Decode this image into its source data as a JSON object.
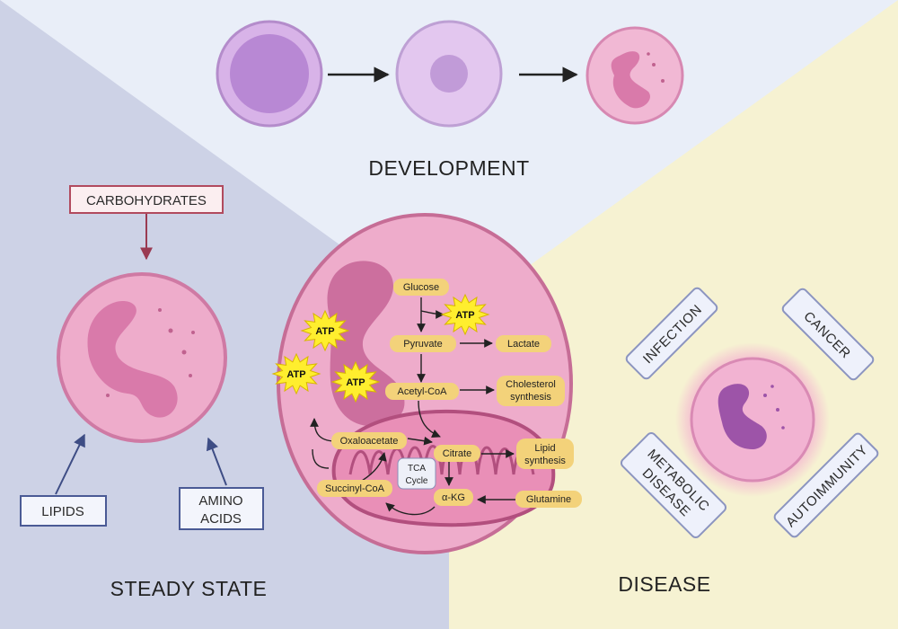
{
  "sections": {
    "development": "DEVELOPMENT",
    "steady_state": "STEADY STATE",
    "disease": "DISEASE"
  },
  "nutrients": {
    "carbohydrates": "CARBOHYDRATES",
    "lipids": "LIPIDS",
    "amino_line1": "AMINO",
    "amino_line2": "ACIDS"
  },
  "metabolism": {
    "glucose": "Glucose",
    "pyruvate": "Pyruvate",
    "lactate": "Lactate",
    "acetyl_coa": "Acetyl-CoA",
    "cholesterol_line1": "Cholesterol",
    "cholesterol_line2": "synthesis",
    "oxaloacetate": "Oxaloacetate",
    "citrate": "Citrate",
    "lipid_line1": "Lipid",
    "lipid_line2": "synthesis",
    "succinyl_coa": "Succinyl-CoA",
    "akg": "α-KG",
    "glutamine": "Glutamine",
    "tca_line1": "TCA",
    "tca_line2": "Cycle",
    "atp": "ATP"
  },
  "diseases": {
    "infection": "INFECTION",
    "cancer": "CANCER",
    "metabolic_line1": "METABOLIC",
    "metabolic_line2": "DISEASE",
    "autoimmunity": "AUTOIMMUNITY"
  },
  "colors": {
    "top_bg": "#e9eef8",
    "left_bg": "#cdd2e6",
    "right_bg": "#f6f2d2",
    "cell_pink": "#eeaccb",
    "nucleus_pink": "#d97aaa",
    "pill": "#f3d27a",
    "atp": "#ffee2e"
  }
}
